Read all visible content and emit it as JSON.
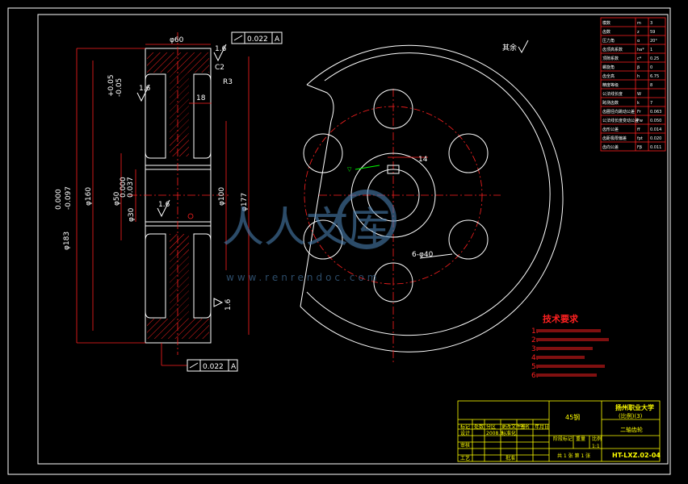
{
  "colors": {
    "background": "#000000",
    "outline": "#ffffff",
    "dimension": "#ff2020",
    "title_block": "#ffff00",
    "watermark": "#4a7fb0"
  },
  "side_view": {
    "dim_hub_top": "φ60",
    "tolerance_top": "0.022",
    "datum_top": "A",
    "chamfer": "C2",
    "radius": "R3",
    "web_width": "18",
    "dim_outer_tol_upper": "0.000",
    "dim_outer_tol_lower": "-0.097",
    "dim_outer": "φ183",
    "dim_160": "φ160",
    "dim_50": "φ50",
    "dim_30": "φ30",
    "dim_30_tol_upper": "0.000",
    "dim_30_tol_lower": "0.037",
    "dim_100": "φ100",
    "dim_177": "φ177",
    "small_tol_upper": "+0.05",
    "small_tol_lower": "-0.05",
    "roughness_1": "1.6",
    "roughness_2": "1.6",
    "roughness_3": "1.6",
    "roughness_4": "1.6",
    "tolerance_bottom": "0.022",
    "datum_bottom": "A"
  },
  "front_view": {
    "keyway_dim": "14",
    "holes_dim": "6-φ40",
    "other_roughness": "其余"
  },
  "tech_requirements": {
    "title": "技术要求",
    "items": [
      "1.",
      "2.",
      "3.",
      "4.",
      "5.",
      "6."
    ]
  },
  "param_table": {
    "rows": [
      {
        "name": "模数",
        "symbol": "m",
        "value": "3"
      },
      {
        "name": "齿数",
        "symbol": "z",
        "value": "59"
      },
      {
        "name": "压力角",
        "symbol": "α",
        "value": "20°"
      },
      {
        "name": "齿顶高系数",
        "symbol": "ha*",
        "value": "1"
      },
      {
        "name": "顶隙系数",
        "symbol": "c*",
        "value": "0.25"
      },
      {
        "name": "螺旋角",
        "symbol": "β",
        "value": "0"
      },
      {
        "name": "齿全高",
        "symbol": "h",
        "value": "6.75"
      },
      {
        "name": "精度等级",
        "symbol": "",
        "value": "8"
      },
      {
        "name": "公法线长度",
        "symbol": "W",
        "value": ""
      },
      {
        "name": "跨测齿数",
        "symbol": "k",
        "value": "7"
      },
      {
        "name": "齿圈径向跳动公差",
        "symbol": "Fr",
        "value": "0.063"
      },
      {
        "name": "公法线长度变动公差",
        "symbol": "Fw",
        "value": "0.050"
      },
      {
        "name": "齿形公差",
        "symbol": "ff",
        "value": "0.014"
      },
      {
        "name": "齿距极限偏差",
        "symbol": "fpt",
        "value": "0.020"
      },
      {
        "name": "齿向公差",
        "symbol": "Fβ",
        "value": "0.011"
      }
    ]
  },
  "title_block": {
    "school": "扬州职业大学",
    "scale_note": "(比例)(3)",
    "part_name": "二轴齿轮",
    "material": "45钢",
    "drawing_no": "HT-LXZ.02-04",
    "sheet": "共 1 张 第 1 张",
    "scale": "1:1",
    "row_labels": [
      "标记",
      "设计",
      "审核",
      "工艺"
    ],
    "header_cells": [
      "处数",
      "分区",
      "更改文件号",
      "签名",
      "年月日"
    ],
    "stage_label": "阶段标记",
    "weight_label": "重量",
    "scale_label": "比例",
    "approved": "批准",
    "standardize": "标准化",
    "date": "2008.3"
  },
  "watermark": {
    "logo_text": "人人文库",
    "url": "www.renrendoc.com"
  }
}
